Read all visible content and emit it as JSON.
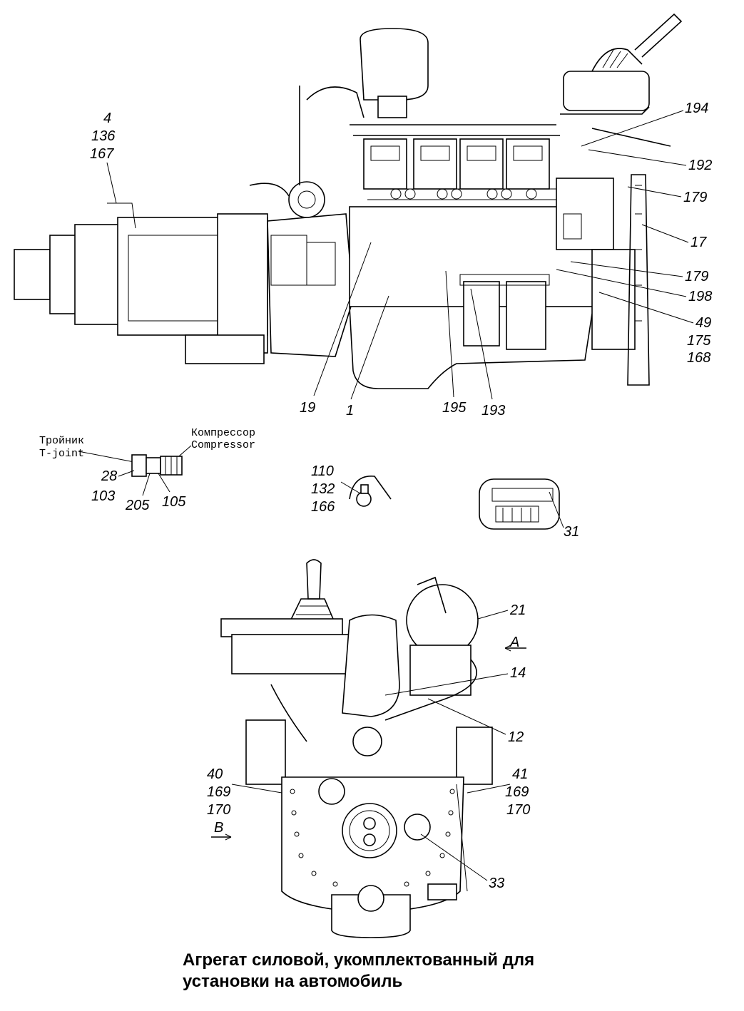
{
  "caption": {
    "line1": "Агрегат силовой, укомплектованный для",
    "line2": "установки на автомобиль"
  },
  "side_view_callouts": {
    "c4": "4",
    "c136": "136",
    "c167": "167",
    "c194": "194",
    "c192": "192",
    "c179a": "179",
    "c17": "17",
    "c179b": "179",
    "c198": "198",
    "c49": "49",
    "c175": "175",
    "c168": "168",
    "c19": "19",
    "c1": "1",
    "c195": "195",
    "c193": "193"
  },
  "detail_callouts": {
    "tee_ru": "Тройник",
    "tee_en": "T-joint",
    "comp_ru": "Компрессор",
    "comp_en": "Compressor",
    "c28": "28",
    "c103": "103",
    "c205": "205",
    "c105": "105",
    "c110": "110",
    "c132": "132",
    "c166": "166",
    "c31": "31"
  },
  "front_view_callouts": {
    "c21": "21",
    "viewA": "A",
    "c14": "14",
    "c12": "12",
    "c40": "40",
    "c169a": "169",
    "c170a": "170",
    "c41": "41",
    "c169b": "169",
    "c170b": "170",
    "viewB": "B",
    "c33": "33"
  },
  "colors": {
    "line": "#000000",
    "background": "#ffffff"
  }
}
